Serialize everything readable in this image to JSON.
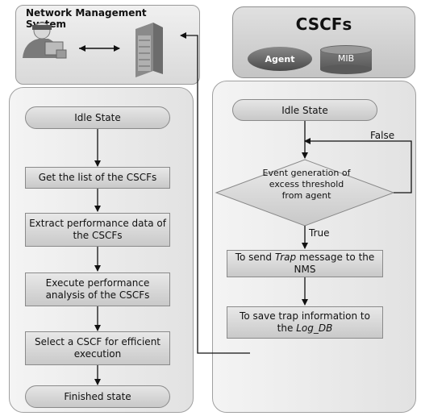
{
  "nms": {
    "title": "Network Management System",
    "admin_icon": "admin-user-icon",
    "server_icon": "server-icon"
  },
  "cscfs": {
    "title": "CSCFs",
    "agent_label": "Agent",
    "mib_label": "MIB"
  },
  "left_flow": {
    "idle": "Idle State",
    "step1": "Get the list of the CSCFs",
    "step2": "Extract performance data of the CSCFs",
    "step3": "Execute performance analysis of the CSCFs",
    "step4": "Select a CSCF for efficient execution",
    "finished": "Finished state"
  },
  "right_flow": {
    "idle": "Idle State",
    "decision": "Event generation of excess threshold from agent",
    "false_label": "False",
    "true_label": "True",
    "send_pre": "To send ",
    "send_italic": "Trap",
    "send_post": " message to the NMS",
    "save_pre": "To save trap information to the ",
    "save_italic": "Log_DB"
  }
}
